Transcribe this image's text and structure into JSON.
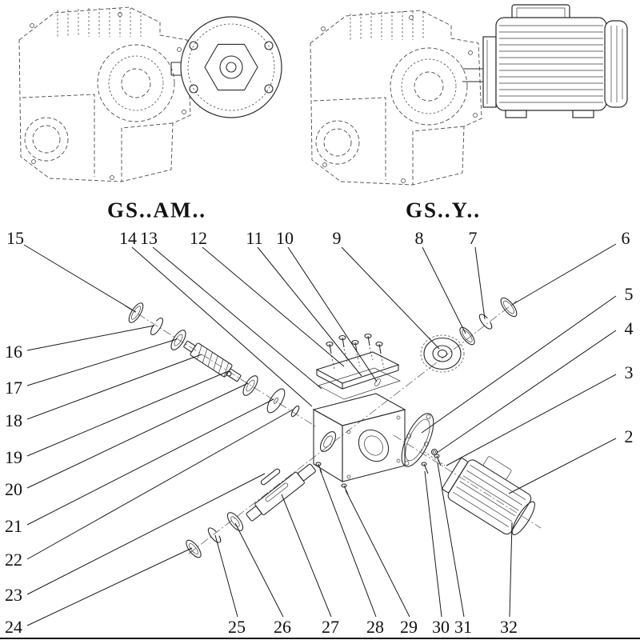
{
  "page": {
    "background": "#ffffff",
    "line_color": "#2b2b2b",
    "text_color": "#111111"
  },
  "assemblies": [
    {
      "id": "gsam",
      "label": "GS..AM.."
    },
    {
      "id": "gsy",
      "label": "GS..Y.."
    }
  ],
  "callouts": {
    "c2": "2",
    "c3": "3",
    "c4": "4",
    "c5": "5",
    "c6": "6",
    "c7": "7",
    "c8": "8",
    "c9": "9",
    "c10": "10",
    "c11": "11",
    "c12": "12",
    "c13": "13",
    "c14": "14",
    "c15": "15",
    "c16": "16",
    "c17": "17",
    "c18": "18",
    "c19": "19",
    "c20": "20",
    "c21": "21",
    "c22": "22",
    "c23": "23",
    "c24": "24",
    "c25": "25",
    "c26": "26",
    "c27": "27",
    "c28": "28",
    "c29": "29",
    "c30": "30",
    "c31": "31",
    "c32": "32"
  }
}
